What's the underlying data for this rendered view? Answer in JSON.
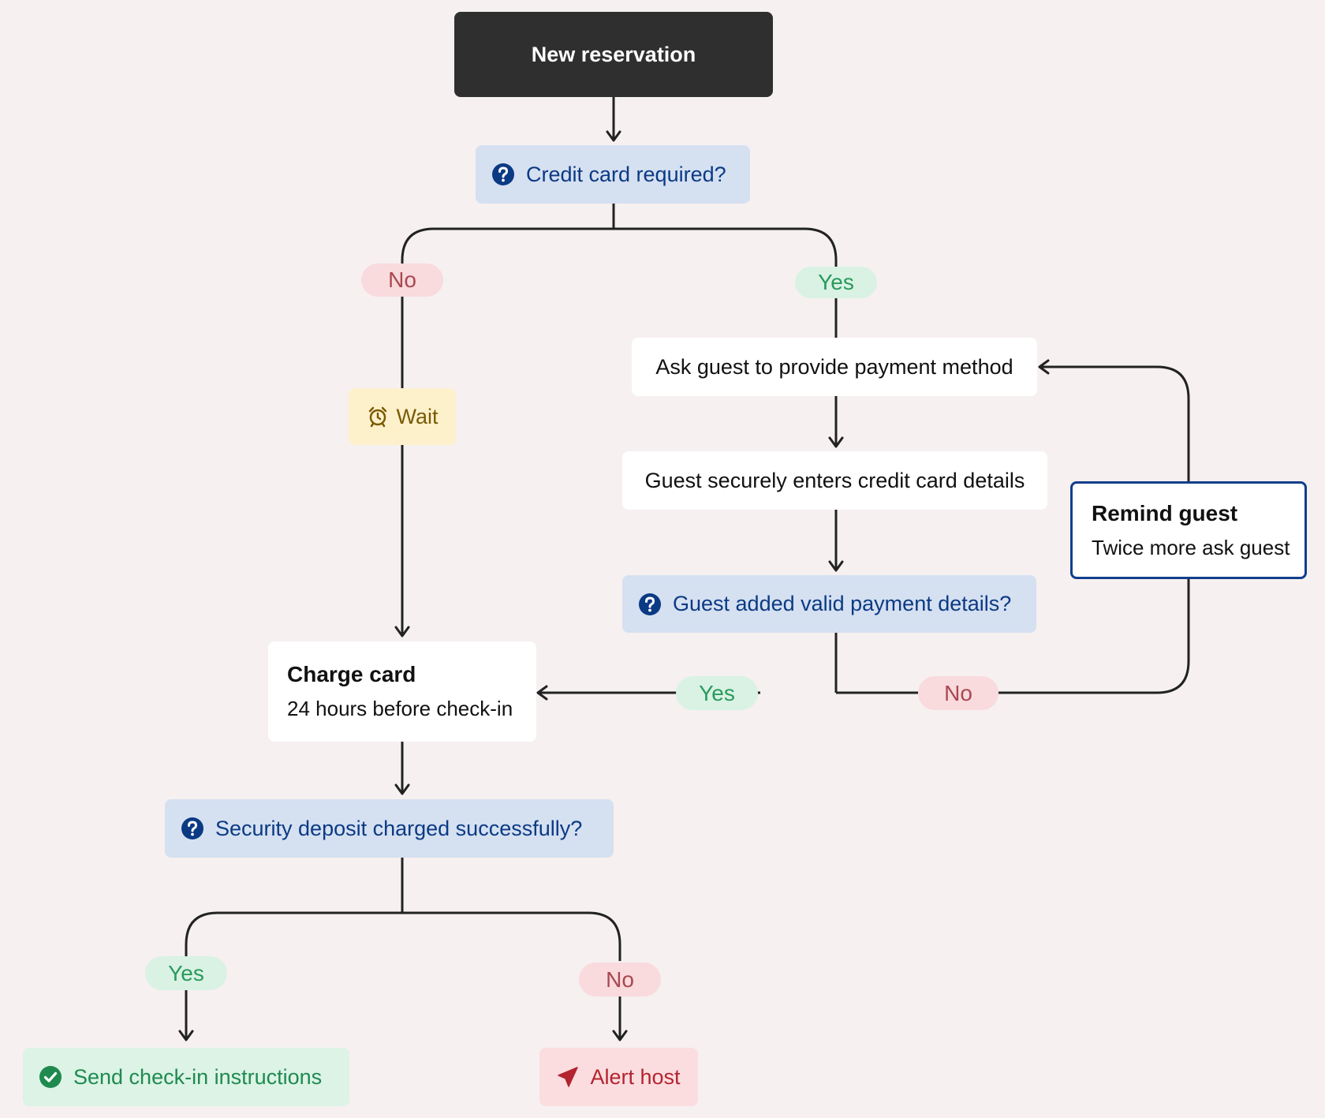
{
  "colors": {
    "background": "#f6f0f0",
    "start": "#2f2f2f",
    "decision_fill": "#d5e0f1",
    "decision_text": "#0b3a84",
    "yes_fill": "#d9f2e4",
    "yes_text": "#2a9a5c",
    "no_fill": "#f9dadd",
    "no_text": "#a9484f",
    "wait_fill": "#fdf1cc",
    "wait_text": "#7a5a05",
    "connector": "#222222"
  },
  "nodes": {
    "start": {
      "label": "New reservation"
    },
    "credit_card_required": {
      "label": "Credit card required?",
      "icon": "question-circle-icon"
    },
    "wait": {
      "label": "Wait",
      "icon": "alarm-clock-icon"
    },
    "ask_guest": {
      "label": "Ask guest to provide payment method"
    },
    "guest_enters": {
      "label": "Guest securely enters credit card details"
    },
    "valid_payment": {
      "label": "Guest added valid payment details?",
      "icon": "question-circle-icon"
    },
    "remind_guest": {
      "title": "Remind guest",
      "subtitle": "Twice more ask guest"
    },
    "charge_card": {
      "title": "Charge card",
      "subtitle": "24 hours before check-in"
    },
    "deposit_charged": {
      "label": "Security deposit charged successfully?",
      "icon": "question-circle-icon"
    },
    "send_instructions": {
      "label": "Send check-in instructions",
      "icon": "check-circle-icon"
    },
    "alert_host": {
      "label": "Alert host",
      "icon": "paper-plane-icon"
    }
  },
  "branches": {
    "card_no": "No",
    "card_yes": "Yes",
    "valid_yes": "Yes",
    "valid_no": "No",
    "deposit_yes": "Yes",
    "deposit_no": "No"
  }
}
